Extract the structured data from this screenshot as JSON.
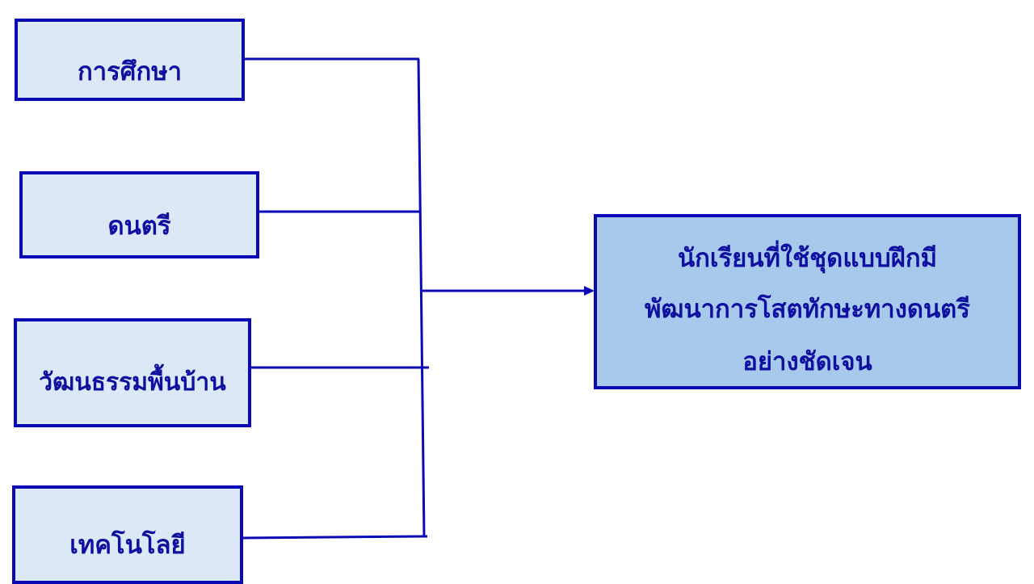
{
  "factors": [
    {
      "label": "การศึกษา"
    },
    {
      "label": "ดนตรี"
    },
    {
      "label": "วัฒนธรรมพื้นบ้าน"
    },
    {
      "label": "เทคโนโลยี"
    }
  ],
  "result": {
    "lines": [
      "นักเรียนที่ใช้ชุดแบบฝึกมี",
      "พัฒนาการโสตทักษะทางดนตรี",
      "อย่างชัดเจน"
    ]
  },
  "colors": {
    "line": "#0a0ab4",
    "box_fill": "#dce8f6",
    "result_fill": "#a7c9eb",
    "text": "#1010a0"
  }
}
